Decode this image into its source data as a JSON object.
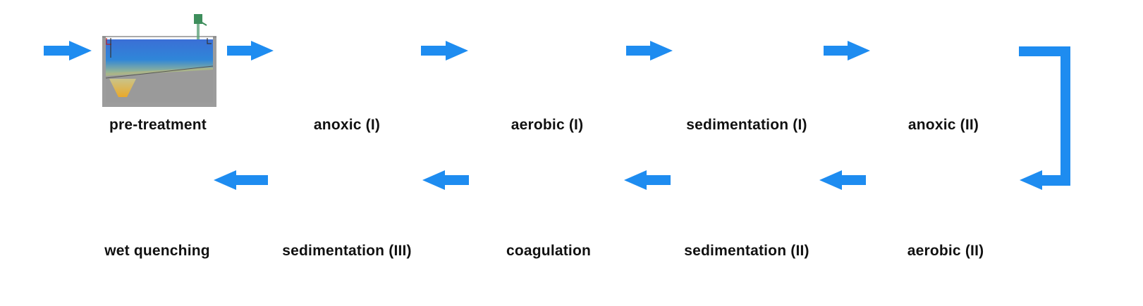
{
  "diagram": {
    "type": "process-flow",
    "description": "Wastewater treatment process flow",
    "flow_color": "#1e8cf0",
    "colors": {
      "water_top": "#3a70d4",
      "water_mid": "#2f86d8",
      "sludge": "#e8b838",
      "concrete": "#9c9c9c",
      "steel_red": "#9a1f2a",
      "mixer_green": "#2e7d32"
    },
    "stages": [
      {
        "id": "pre-treatment",
        "label": "pre-treatment",
        "row": 1,
        "order": 1
      },
      {
        "id": "anoxic-1",
        "label": "anoxic (I)",
        "row": 1,
        "order": 2
      },
      {
        "id": "aerobic-1",
        "label": "aerobic (I)",
        "row": 1,
        "order": 3
      },
      {
        "id": "sedimentation-1",
        "label": "sedimentation (I)",
        "row": 1,
        "order": 4
      },
      {
        "id": "anoxic-2",
        "label": "anoxic (II)",
        "row": 1,
        "order": 5
      },
      {
        "id": "aerobic-2",
        "label": "aerobic (II)",
        "row": 2,
        "order": 6
      },
      {
        "id": "sedimentation-2",
        "label": "sedimentation (II)",
        "row": 2,
        "order": 7
      },
      {
        "id": "coagulation",
        "label": "coagulation",
        "row": 2,
        "order": 8
      },
      {
        "id": "sedimentation-3",
        "label": "sedimentation (III)",
        "row": 2,
        "order": 9
      },
      {
        "id": "wet-quenching",
        "label": "wet quenching",
        "row": 2,
        "order": 10
      }
    ],
    "edges": [
      {
        "from": "inlet",
        "to": "pre-treatment",
        "direction": "right"
      },
      {
        "from": "pre-treatment",
        "to": "anoxic-1",
        "direction": "right"
      },
      {
        "from": "anoxic-1",
        "to": "aerobic-1",
        "direction": "right"
      },
      {
        "from": "aerobic-1",
        "to": "sedimentation-1",
        "direction": "right"
      },
      {
        "from": "sedimentation-1",
        "to": "anoxic-2",
        "direction": "right"
      },
      {
        "from": "anoxic-2",
        "to": "aerobic-2",
        "direction": "right-down-left"
      },
      {
        "from": "aerobic-2",
        "to": "sedimentation-2",
        "direction": "left"
      },
      {
        "from": "sedimentation-2",
        "to": "coagulation",
        "direction": "left"
      },
      {
        "from": "coagulation",
        "to": "sedimentation-3",
        "direction": "left"
      },
      {
        "from": "sedimentation-3",
        "to": "wet-quenching",
        "direction": "left"
      }
    ]
  }
}
